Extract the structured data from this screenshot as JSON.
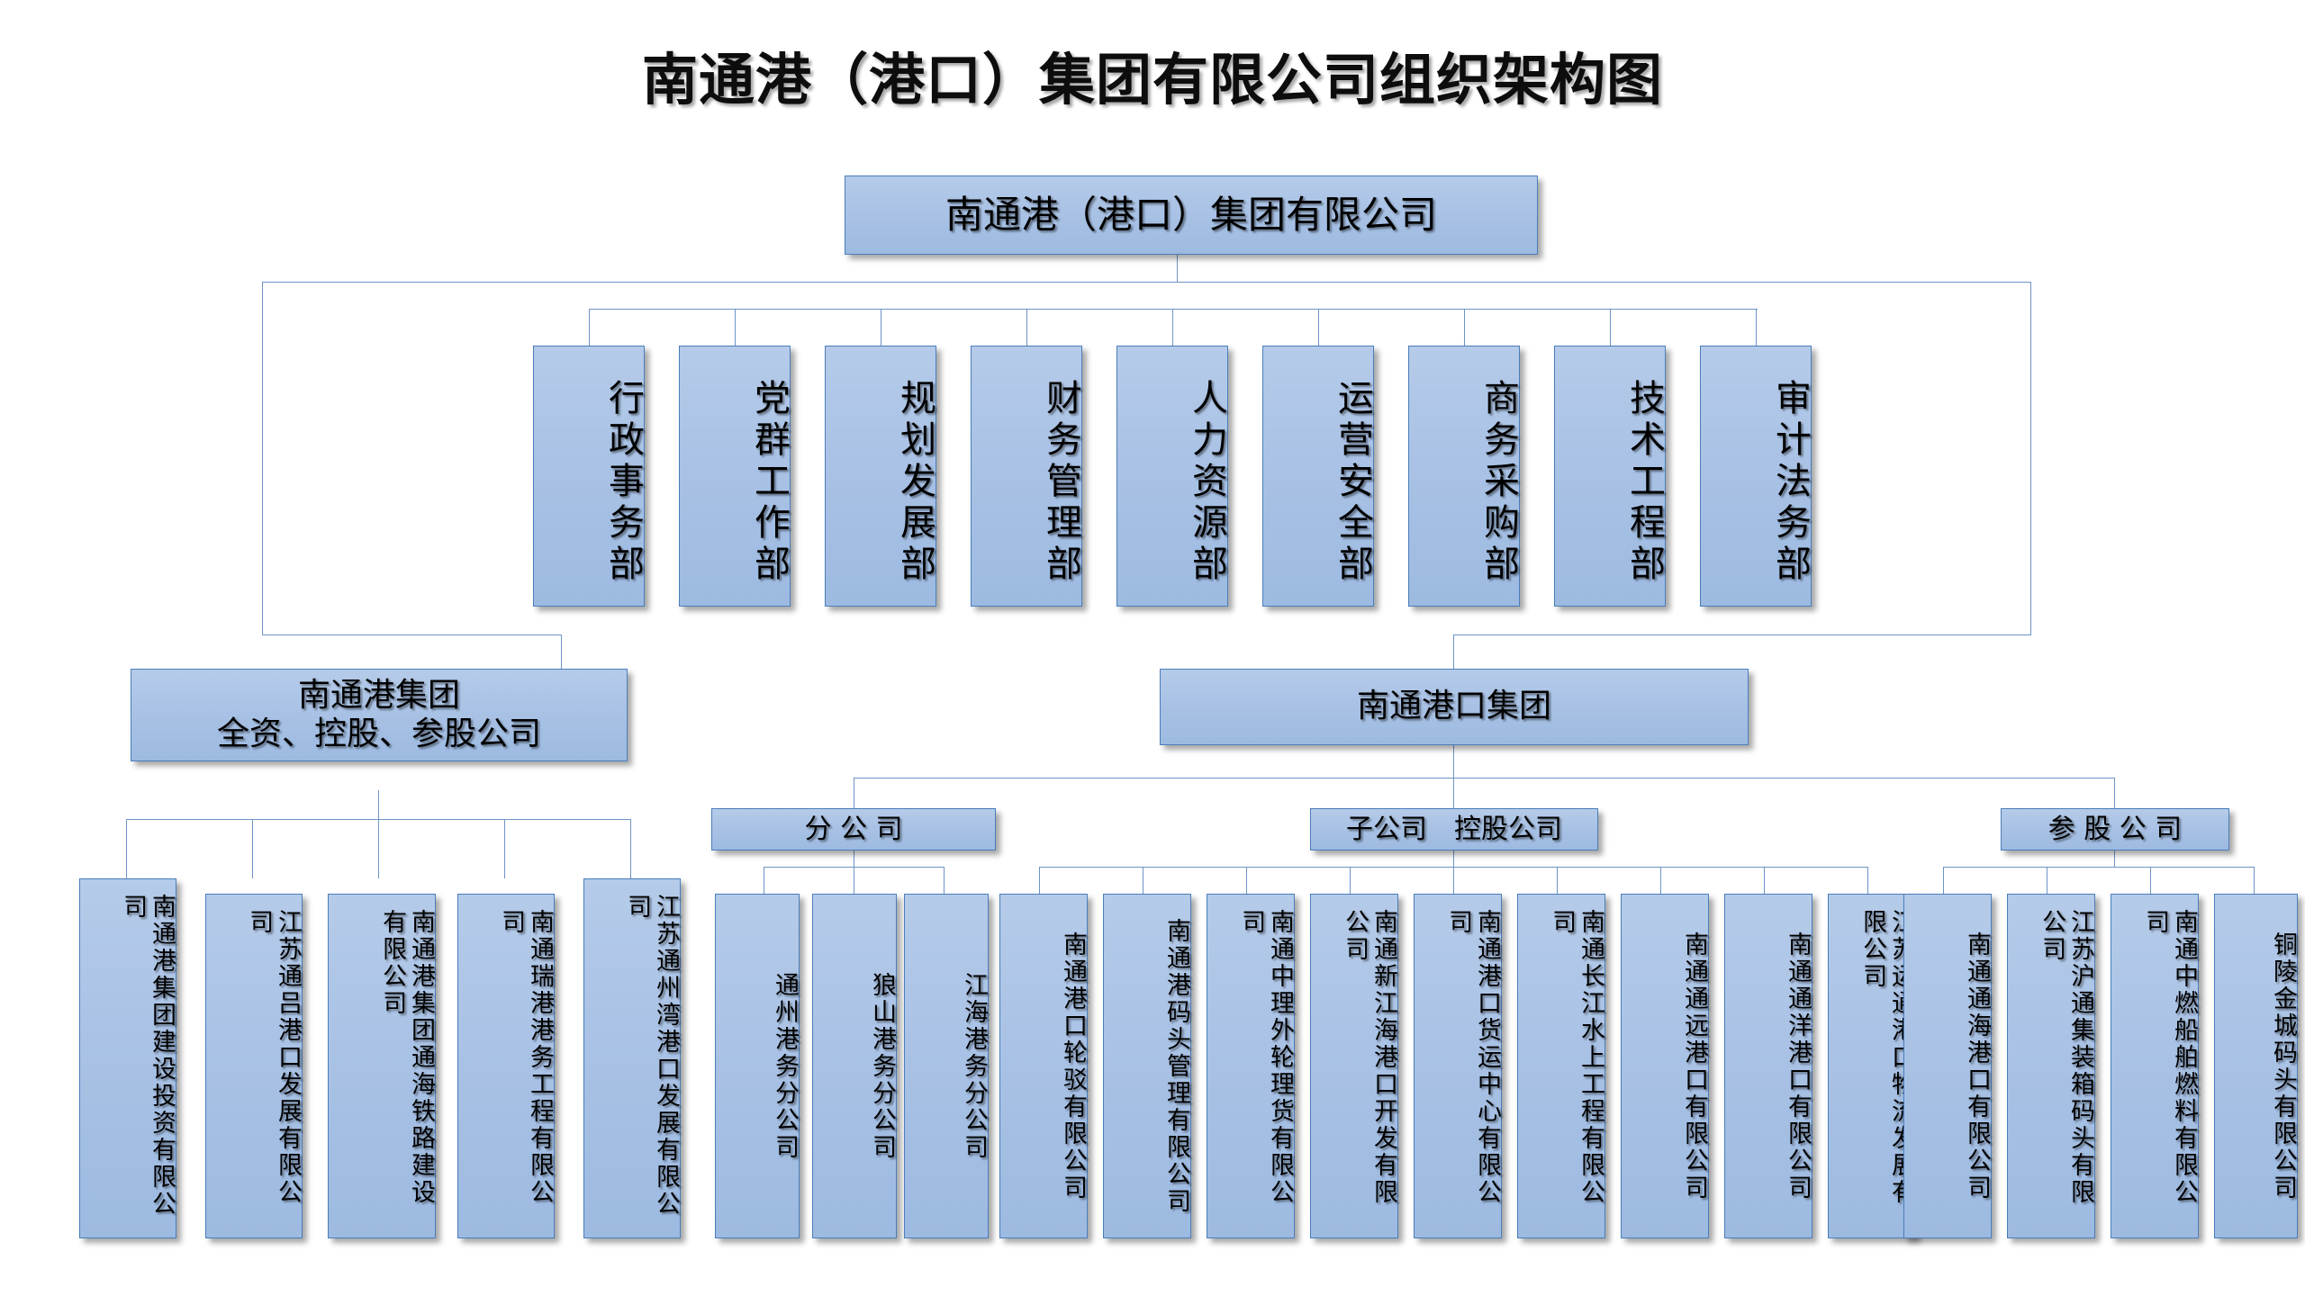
{
  "title": "南通港（港口）集团有限公司组织架构图",
  "root": {
    "label": "南通港（港口）集团有限公司"
  },
  "departments": [
    {
      "label": "行政事务部"
    },
    {
      "label": "党群工作部"
    },
    {
      "label": "规划发展部"
    },
    {
      "label": "财务管理部"
    },
    {
      "label": "人力资源部"
    },
    {
      "label": "运营安全部"
    },
    {
      "label": "商务采购部"
    },
    {
      "label": "技术工程部"
    },
    {
      "label": "审计法务部"
    }
  ],
  "groups": {
    "left": {
      "label": "南通港集团\n全资、控股、参股公司"
    },
    "right": {
      "label": "南通港口集团"
    }
  },
  "categories": [
    {
      "label": "分 公 司"
    },
    {
      "label": "子公司　控股公司"
    },
    {
      "label": "参 股 公 司"
    }
  ],
  "left_companies": [
    {
      "label": "南通港集团建设投资有限公司"
    },
    {
      "label": "江苏通吕港口发展有限公司"
    },
    {
      "label": "南通港集团通海铁路建设有限公司"
    },
    {
      "label": "南通瑞港港务工程有限公司"
    },
    {
      "label": "江苏通州湾港口发展有限公司"
    }
  ],
  "branch_companies": [
    {
      "label": "通州港务分公司"
    },
    {
      "label": "狼山港务分公司"
    },
    {
      "label": "江海港务分公司"
    }
  ],
  "subsidiary_companies": [
    {
      "label": "南通港口轮驳有限公司"
    },
    {
      "label": "南通港码头管理有限公司"
    },
    {
      "label": "南通中理外轮理货有限公司"
    },
    {
      "label": "南通新江海港口开发有限公司"
    },
    {
      "label": "南通港口货运中心有限公司"
    },
    {
      "label": "南通长江水上工程有限公司"
    },
    {
      "label": "南通通远港口有限公司"
    },
    {
      "label": "南通通洋港口有限公司"
    },
    {
      "label": "江苏运通港口物流发展有限公司"
    }
  ],
  "equity_companies": [
    {
      "label": "南通通海港口有限公司"
    },
    {
      "label": "江苏沪通集装箱码头有限公司"
    },
    {
      "label": "南通中燃船舶燃料有限公司"
    },
    {
      "label": "铜陵金城码头有限公司"
    }
  ],
  "colors": {
    "box_fill_top": "#b5cbe9",
    "box_fill_bottom": "#9dbae1",
    "box_border": "#4a7ebb",
    "connector": "#6f93c6",
    "text": "#000000",
    "background": "#ffffff"
  }
}
